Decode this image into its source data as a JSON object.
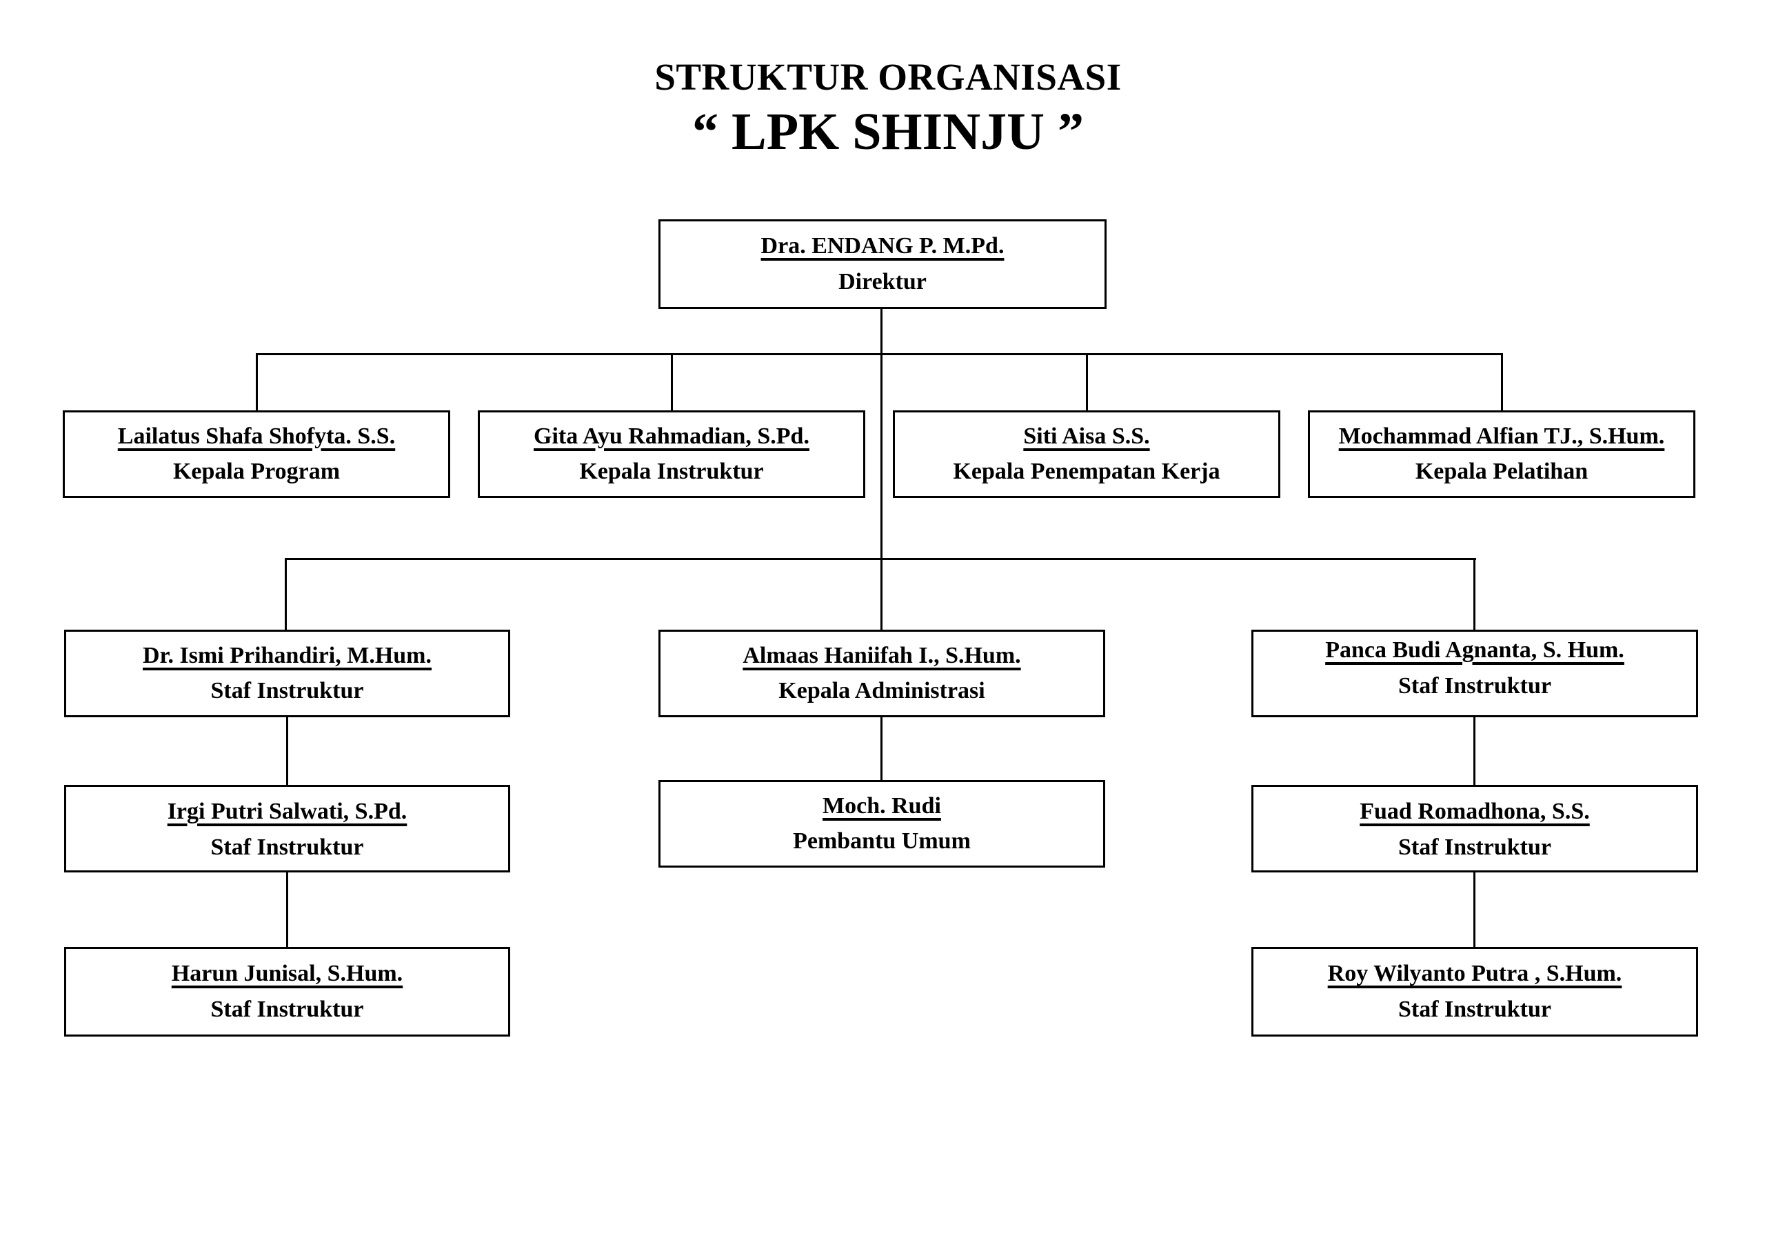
{
  "title": {
    "line1": "STRUKTUR ORGANISASI",
    "line2": "“ LPK SHINJU ”"
  },
  "nodes": {
    "direktur": {
      "name": "Dra. ENDANG P. M.Pd.",
      "role": "Direktur"
    },
    "kepala_program": {
      "name": "Lailatus Shafa Shofyta. S.S.",
      "role": "Kepala Program"
    },
    "kepala_instruktur": {
      "name": "Gita Ayu Rahmadian, S.Pd.",
      "role": "Kepala Instruktur"
    },
    "kepala_penempatan_kerja": {
      "name": "Siti Aisa S.S.",
      "role": "Kepala Penempatan Kerja"
    },
    "kepala_pelatihan": {
      "name": "Mochammad Alfian TJ., S.Hum.",
      "role": "Kepala Pelatihan"
    },
    "staf_instruktur_1": {
      "name": "Dr. Ismi Prihandiri, M.Hum.",
      "role": "Staf Instruktur"
    },
    "kepala_administrasi": {
      "name": "Almaas Haniifah I., S.Hum.",
      "role": "Kepala Administrasi"
    },
    "staf_instruktur_2": {
      "name": "Panca Budi Agnanta, S. Hum.",
      "role": "Staf Instruktur"
    },
    "staf_instruktur_3": {
      "name": "Irgi Putri Salwati, S.Pd.",
      "role": "Staf Instruktur"
    },
    "pembantu_umum": {
      "name": "Moch. Rudi",
      "role": "Pembantu Umum"
    },
    "staf_instruktur_4": {
      "name": "Fuad Romadhona, S.S.",
      "role": "Staf Instruktur"
    },
    "staf_instruktur_5": {
      "name": "Harun Junisal, S.Hum.",
      "role": "Staf Instruktur"
    },
    "staf_instruktur_6": {
      "name": "Roy Wilyanto Putra , S.Hum.",
      "role": "Staf Instruktur"
    }
  },
  "edges": [
    [
      "direktur",
      "kepala_program"
    ],
    [
      "direktur",
      "kepala_instruktur"
    ],
    [
      "direktur",
      "kepala_penempatan_kerja"
    ],
    [
      "direktur",
      "kepala_pelatihan"
    ],
    [
      "direktur",
      "staf_instruktur_1"
    ],
    [
      "direktur",
      "kepala_administrasi"
    ],
    [
      "direktur",
      "staf_instruktur_2"
    ],
    [
      "staf_instruktur_1",
      "staf_instruktur_3"
    ],
    [
      "staf_instruktur_3",
      "staf_instruktur_5"
    ],
    [
      "kepala_administrasi",
      "pembantu_umum"
    ],
    [
      "staf_instruktur_2",
      "staf_instruktur_4"
    ],
    [
      "staf_instruktur_4",
      "staf_instruktur_6"
    ]
  ],
  "colors": {
    "background": "#ffffff",
    "line": "#000000",
    "text": "#000000"
  }
}
